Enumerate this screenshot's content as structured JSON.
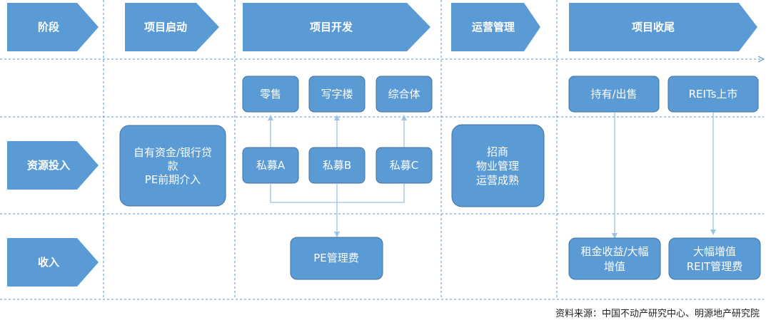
{
  "headers": {
    "stage": "阶段",
    "project_start": "项目启动",
    "project_dev": "项目开发",
    "operation_mgmt": "运营管理",
    "project_close": "项目收尾"
  },
  "rows": {
    "resource_input": "资源投入",
    "income": "收入"
  },
  "boxes": {
    "retail": "零售",
    "office": "写字楼",
    "complex": "综合体",
    "hold_sell": "持有/出售",
    "reits_listing": "REITs上市",
    "own_funds_line1": "自有资金/银行贷",
    "own_funds_line2": "款",
    "own_funds_line3": "PE前期介入",
    "pe_a": "私募A",
    "pe_b": "私募B",
    "pe_c": "私募C",
    "merchant_line1": "招商",
    "merchant_line2": "物业管理",
    "merchant_line3": "运营成熟",
    "pe_fee": "PE管理费",
    "rent_line1": "租金收益/大幅",
    "rent_line2": "增值",
    "appreciation_line1": "大幅增值",
    "appreciation_line2": "REIT管理费"
  },
  "source": "资料来源：中国不动产研究中心、明源地产研究院",
  "colors": {
    "accent": "#5b9bd5",
    "border": "#41719c",
    "grid": "#5b8fc8",
    "connector": "#9dc3e6"
  }
}
